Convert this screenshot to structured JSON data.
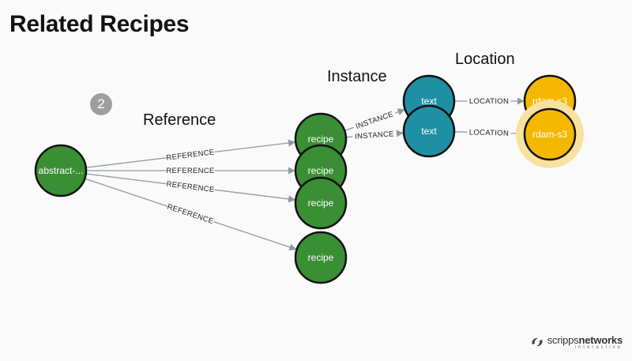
{
  "slide": {
    "title": "Related Recipes",
    "step_number": "2"
  },
  "sections": {
    "location": "Location",
    "instance": "Instance",
    "reference": "Reference"
  },
  "graph": {
    "nodes": [
      {
        "id": "abstract",
        "label": "abstract-...",
        "type": "abstract"
      },
      {
        "id": "recipe1",
        "label": "recipe",
        "type": "recipe"
      },
      {
        "id": "recipe2",
        "label": "recipe",
        "type": "recipe"
      },
      {
        "id": "recipe3",
        "label": "recipe",
        "type": "recipe"
      },
      {
        "id": "recipe4",
        "label": "recipe",
        "type": "recipe"
      },
      {
        "id": "text1",
        "label": "text",
        "type": "text"
      },
      {
        "id": "text2",
        "label": "text",
        "type": "text"
      },
      {
        "id": "rdam1",
        "label": "rdam-s3",
        "type": "rdam"
      },
      {
        "id": "rdam2",
        "label": "rdam-s3",
        "type": "rdam",
        "highlighted": true
      }
    ],
    "edges": [
      {
        "id": "e1",
        "from": "abstract",
        "to": "recipe1",
        "label": "REFERENCE"
      },
      {
        "id": "e2",
        "from": "abstract",
        "to": "recipe2",
        "label": "REFERENCE"
      },
      {
        "id": "e3",
        "from": "abstract",
        "to": "recipe3",
        "label": "REFERENCE"
      },
      {
        "id": "e4",
        "from": "abstract",
        "to": "recipe4",
        "label": "REFERENCE"
      },
      {
        "id": "e5",
        "from": "recipe1",
        "to": "text1",
        "label": "INSTANCE"
      },
      {
        "id": "e6",
        "from": "recipe1",
        "to": "text2",
        "label": "INSTANCE"
      },
      {
        "id": "e7",
        "from": "text1",
        "to": "rdam1",
        "label": "LOCATION"
      },
      {
        "id": "e8",
        "from": "text2",
        "to": "rdam2",
        "label": "LOCATION"
      }
    ],
    "colors": {
      "abstract": "#3a8f35",
      "recipe": "#3a8f35",
      "text": "#1f8fa3",
      "rdam": "#f5b800",
      "halo": "#f8e2a0",
      "stroke": "#111111"
    }
  },
  "brand": {
    "name_light": "scripps",
    "name_bold": "networks",
    "subline": "interactive"
  }
}
